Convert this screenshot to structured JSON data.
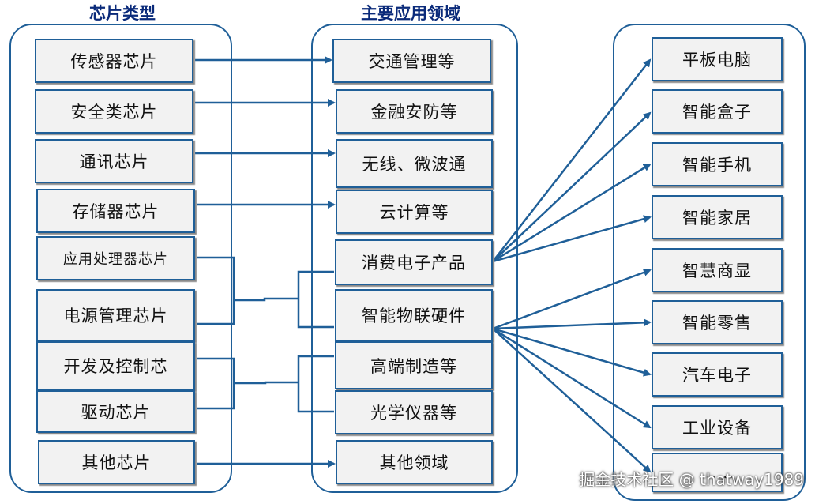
{
  "titles": {
    "chip_types": "芯片类型",
    "applications": "主要应用领域"
  },
  "chip_types": [
    "传感器芯片",
    "安全类芯片",
    "通讯芯片",
    "存储器芯片",
    "应用处理器芯片",
    "电源管理芯片",
    "开发及控制芯",
    "驱动芯片",
    "其他芯片"
  ],
  "applications": [
    "交通管理等",
    "金融安防等",
    "无线、微波通",
    "云计算等",
    "消费电子产品",
    "智能物联硬件",
    "高端制造等",
    "光学仪器等",
    "其他领域"
  ],
  "products": [
    "平板电脑",
    "智能盒子",
    "智能手机",
    "智能家居",
    "智慧商显",
    "智能零售",
    "汽车电子",
    "工业设备",
    "……"
  ],
  "watermark": "掘金技术社区 @ thatway1989",
  "colors": {
    "line": "#1f5f98",
    "title": "#0a2a7a",
    "box_fill": "#f2f2f2"
  }
}
